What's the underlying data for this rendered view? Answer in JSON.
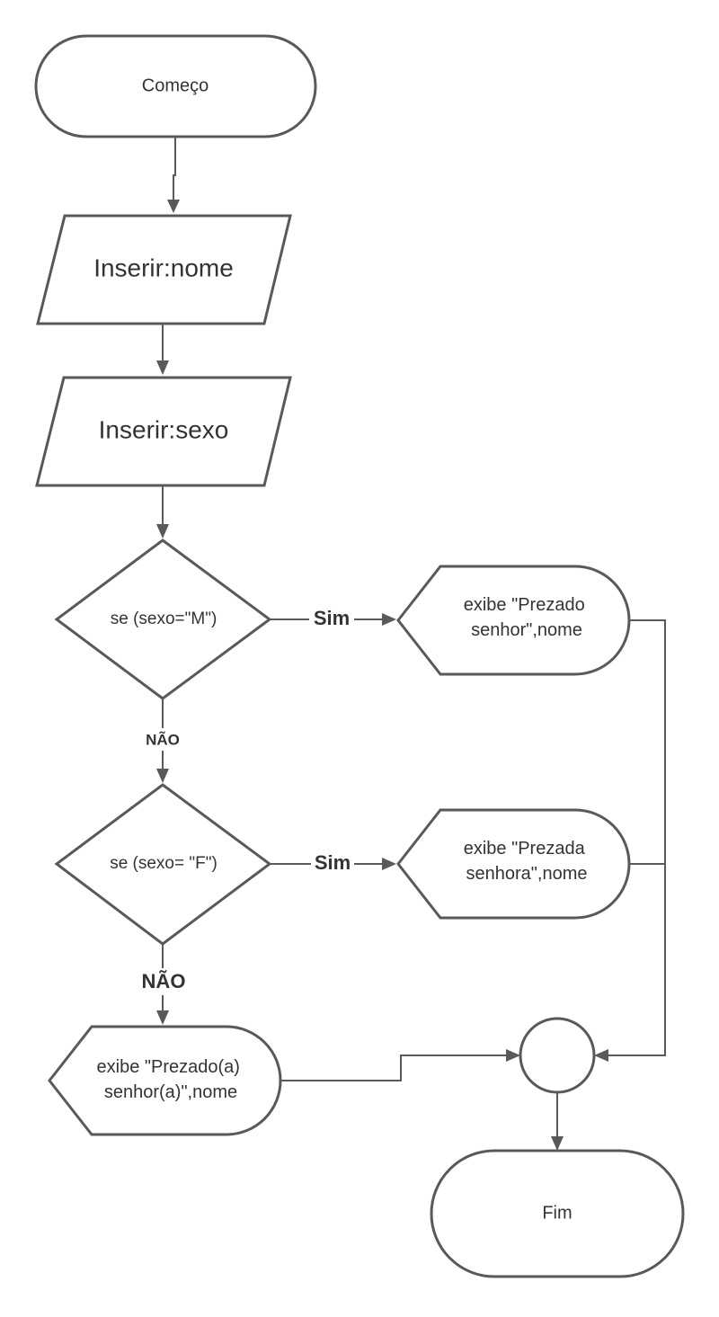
{
  "diagram": {
    "start": "Começo",
    "input_name": "Inserir:nome",
    "input_sex": "Inserir:sexo",
    "decision_m": "se (sexo=\"M\")",
    "decision_f": "se (sexo= \"F\")",
    "yes_m": "Sim",
    "yes_f": "Sim",
    "no_m": "NÃO",
    "no_f": "NÃO",
    "display_m": [
      "exibe \"Prezado",
      "senhor\",nome"
    ],
    "display_f": [
      "exibe \"Prezada",
      "senhora\",nome"
    ],
    "display_default": [
      "exibe \"Prezado(a)",
      "senhor(a)\",nome"
    ],
    "end": "Fim"
  },
  "colors": {
    "stroke": "#595959",
    "text": "#333333",
    "fill": "#ffffff"
  }
}
